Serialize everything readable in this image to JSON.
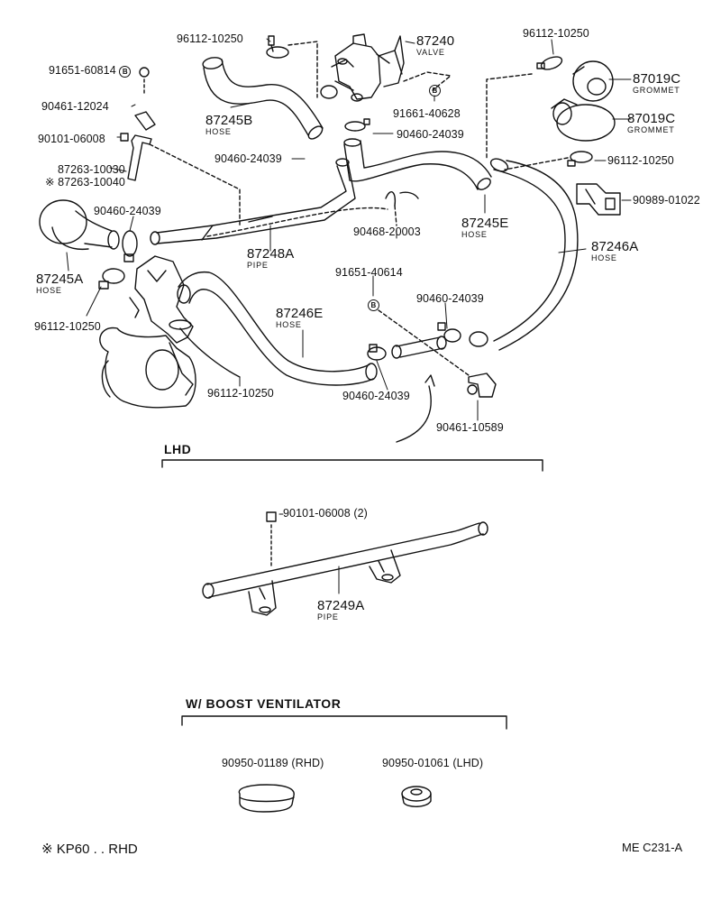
{
  "parts": {
    "clamp_96112_top": "96112-10250",
    "bolt_91651_80814": "91651-60814",
    "circle_b": "B",
    "bracket_90461_12024": "90461-12024",
    "bolt_90101_06008": "90101-06008",
    "bracket_87263_10030": "87263-10030",
    "bracket_87263_10040": "※ 87263-10040",
    "hose_87245b": "87245B",
    "hose_word": "HOSE",
    "valve_87240": "87240",
    "valve_word": "VALVE",
    "bolt_91661_40628": "91661-40628",
    "clamp_90460_valve": "90460-24039",
    "clamp_90460_b": "90460-24039",
    "clamp_96112_right_top": "96112-10250",
    "grommet_87019c_1": "87019C",
    "grommet_87019c_2": "87019C",
    "grommet_word": "GROMMET",
    "clamp_96112_right": "96112-10250",
    "clip_90989": "90989-01022",
    "clamp_90460_a": "90460-24039",
    "clip_90468": "90468-20003",
    "hose_87245e": "87245E",
    "pipe_87248a": "87248A",
    "pipe_word": "PIPE",
    "hose_87246a": "87246A",
    "hose_87245a": "87245A",
    "bolt_91651_40614": "91651-40614",
    "clamp_90460_c": "90460-24039",
    "clamp_96112_left": "96112-10250",
    "hose_87246e": "87246E",
    "clamp_96112_bottom": "96112-10250",
    "clamp_90460_d": "90460-24039",
    "bracket_90461_10589": "90461-10589",
    "bolt_90101_06008_2": "90101-06008 (2)",
    "pipe_87249a": "87249A"
  },
  "sections": {
    "lhd": "LHD",
    "boost": "W/ BOOST  VENTILATOR",
    "grommet_rhd": "90950-01189 (RHD)",
    "grommet_lhd": "90950-01061 (LHD)"
  },
  "footer": {
    "note": "※ KP60 . . RHD",
    "code": "ME  C231-A"
  }
}
